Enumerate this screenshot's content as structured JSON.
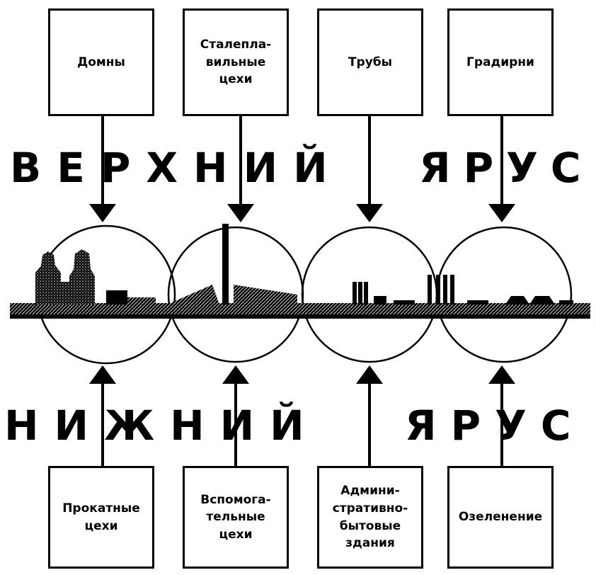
{
  "upper_tier": {
    "label_word1": "ВЕРХНИЙ",
    "label_word2": "ЯРУС",
    "boxes": [
      {
        "text": "Домны"
      },
      {
        "text": "Сталепла-\nвильные\nцехи"
      },
      {
        "text": "Трубы"
      },
      {
        "text": "Градирни"
      }
    ]
  },
  "lower_tier": {
    "label_word1": "НИЖНИЙ",
    "label_word2": "ЯРУС",
    "boxes": [
      {
        "text": "Прокатные\nцехи"
      },
      {
        "text": "Вспомога-\nтельные\nцехи"
      },
      {
        "text": "Админи-\nстративно-\nбытовые\nздания"
      },
      {
        "text": "Озеленение"
      }
    ]
  },
  "colors": {
    "ink": "#000000",
    "paper": "#ffffff"
  }
}
